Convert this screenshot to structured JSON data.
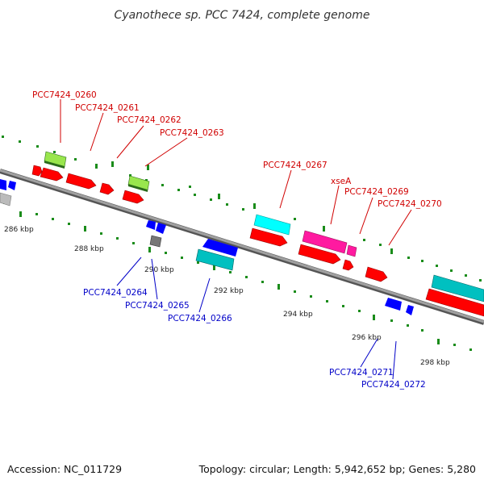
{
  "title": "Cyanothece sp. PCC 7424, complete genome",
  "footer": {
    "accession": "Accession: NC_011729",
    "summary": "Topology: circular; Length: 5,942,652 bp; Genes: 5,280"
  },
  "colors": {
    "red": "#ff0000",
    "blue": "#0000ff",
    "cyan": "#00ffff",
    "teal": "#00c0c0",
    "magenta": "#ff1aa0",
    "lime": "#99e64d",
    "gray": "#777777",
    "top_label": "#d00000",
    "bottom_label": "#0000c8",
    "tick": "#1a8c1a",
    "backbone": "#888888"
  },
  "scale_labels": [
    "286 kbp",
    "288 kbp",
    "290 kbp",
    "292 kbp",
    "294 kbp",
    "296 kbp",
    "298 kbp"
  ],
  "top_labels": [
    "PCC7424_0260",
    "PCC7424_0261",
    "PCC7424_0262",
    "PCC7424_0263",
    "PCC7424_0267",
    "xseA",
    "PCC7424_0269",
    "PCC7424_0270"
  ],
  "bottom_labels": [
    "PCC7424_0264",
    "PCC7424_0265",
    "PCC7424_0266",
    "PCC7424_0271",
    "PCC7424_0272"
  ]
}
